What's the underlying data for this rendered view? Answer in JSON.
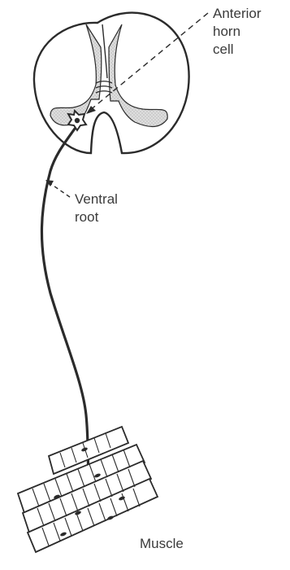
{
  "labels": {
    "anterior_horn_cell": [
      "Anterior",
      "horn",
      "cell"
    ],
    "ventral_root": [
      "Ventral",
      "root"
    ],
    "muscle": "Muscle"
  },
  "colors": {
    "ink": "#2b2b2b",
    "gray_matter": "#dcdcdc",
    "dots": "#8a8a8a",
    "label_text": "#3b3b3b",
    "background": "#ffffff"
  }
}
